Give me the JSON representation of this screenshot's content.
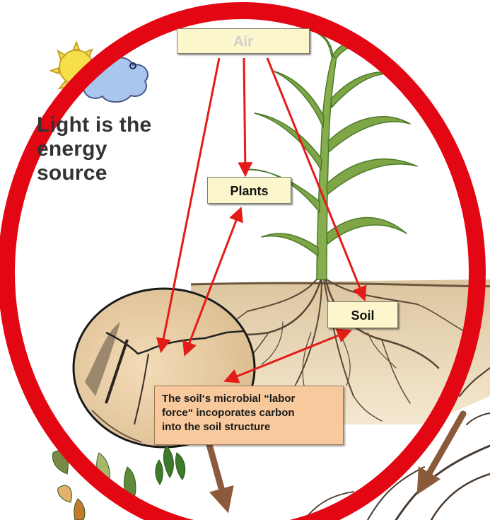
{
  "heading": {
    "lines": [
      "Light is the",
      "energy",
      "source"
    ]
  },
  "labels": {
    "air": "Air",
    "plants": "Plants",
    "soil": "Soil"
  },
  "caption": {
    "lines": [
      "The soil‘s microbial “labor",
      "force“ incoporates carbon",
      "into the soil structure"
    ]
  },
  "icons": [
    "sun-icon",
    "cloud-icon",
    "corn-plant-illustration",
    "root-system-illustration",
    "soil-closeup-illustration",
    "leaf-sprigs-illustration"
  ],
  "colors": {
    "ring": "#e30613",
    "arrow": "#e41b17",
    "label_fill": "#fbf6cc",
    "caption_fill": "#f7c99c",
    "soil": "#e9cfa3",
    "leaf": "#6f9a3e",
    "root": "#5a4636"
  }
}
